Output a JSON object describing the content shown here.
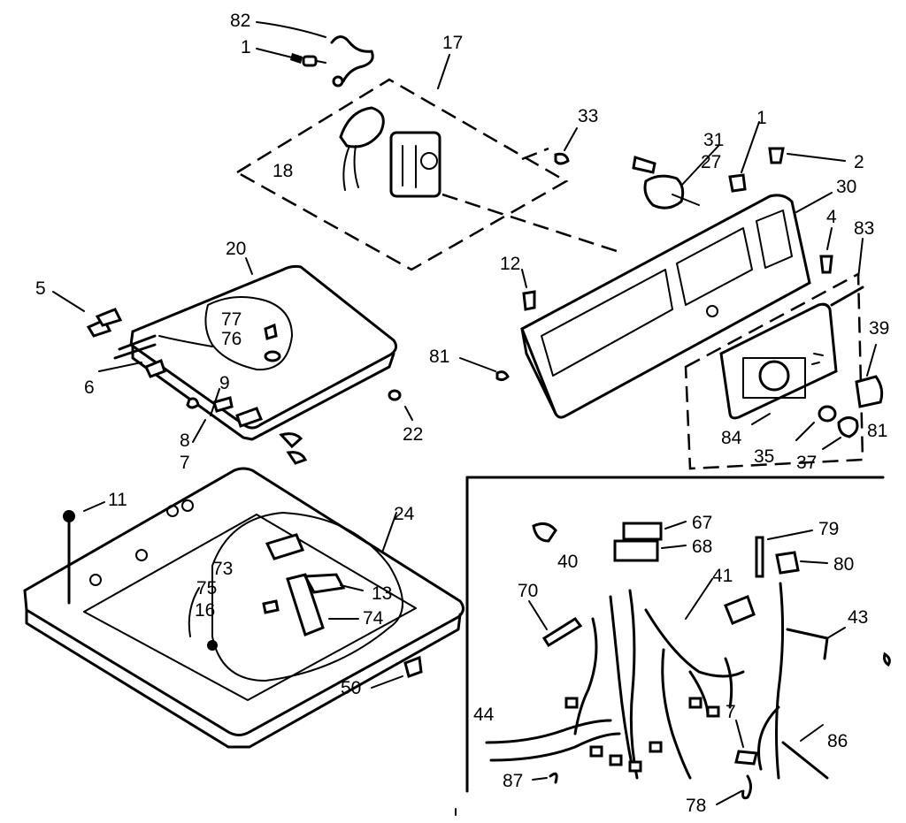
{
  "labels": {
    "l82": "82",
    "l1a": "1",
    "l17": "17",
    "l33": "33",
    "l18": "18",
    "l31": "31",
    "l27": "27",
    "l1b": "1",
    "l2": "2",
    "l30": "30",
    "l4": "4",
    "l83": "83",
    "l20": "20",
    "l5": "5",
    "l77": "77",
    "l76": "76",
    "l12": "12",
    "l81a": "81",
    "l39": "39",
    "l6": "6",
    "l9": "9",
    "l8": "8",
    "l7a": "7",
    "l22": "22",
    "l81b": "81",
    "l84": "84",
    "l35": "35",
    "l37": "37",
    "l11": "11",
    "l24": "24",
    "l73": "73",
    "l75": "75",
    "l16": "16",
    "l13": "13",
    "l74": "74",
    "l50": "50",
    "l67": "67",
    "l68": "68",
    "l40": "40",
    "l79": "79",
    "l80": "80",
    "l41": "41",
    "l70": "70",
    "l43": "43",
    "l44": "44",
    "l7b": "7",
    "l86": "86",
    "l87": "87",
    "l78": "78"
  }
}
